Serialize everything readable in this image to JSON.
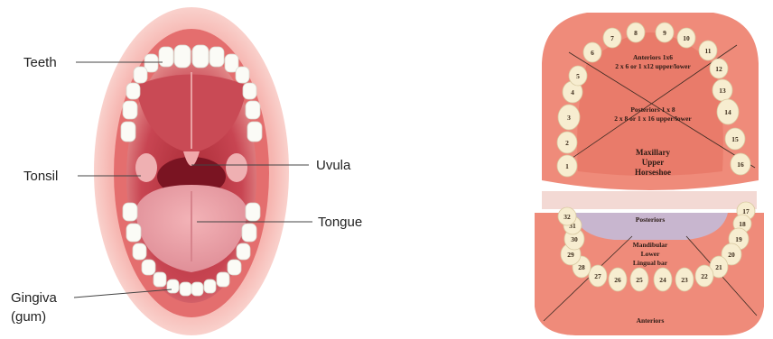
{
  "mouth_diagram": {
    "labels": {
      "teeth": "Teeth",
      "tonsil": "Tonsil",
      "uvula": "Uvula",
      "tongue": "Tongue",
      "gingiva_line1": "Gingiva",
      "gingiva_line2": "(gum)"
    }
  },
  "dental_model": {
    "upper_arch": {
      "anteriors_line1": "Anteriors 1x6",
      "anteriors_line2": "2 x 6 or 1 x12 upper/lower",
      "posteriors_line1": "Posteriors 1 x 8",
      "posteriors_line2": "2 x 8 or 1 x 16 upper/lower",
      "arch_line1": "Maxillary",
      "arch_line2": "Upper",
      "arch_line3": "Horseshoe"
    },
    "lower_arch": {
      "posteriors": "Posteriors",
      "arch_line1": "Mandibular",
      "arch_line2": "Lower",
      "arch_line3": "Lingual bar",
      "anteriors": "Anteriors"
    },
    "upper_tooth_numbers": [
      "1",
      "2",
      "3",
      "4",
      "5",
      "6",
      "7",
      "8",
      "9",
      "10",
      "11",
      "12",
      "13",
      "14",
      "15",
      "16"
    ],
    "lower_tooth_numbers": [
      "17",
      "18",
      "19",
      "20",
      "21",
      "22",
      "23",
      "24",
      "25",
      "26",
      "27",
      "28",
      "29",
      "30",
      "31",
      "32"
    ],
    "colors": {
      "gum": "#ef8b7a",
      "tooth": "#f7edd0",
      "palate": "#e97b6a"
    }
  }
}
